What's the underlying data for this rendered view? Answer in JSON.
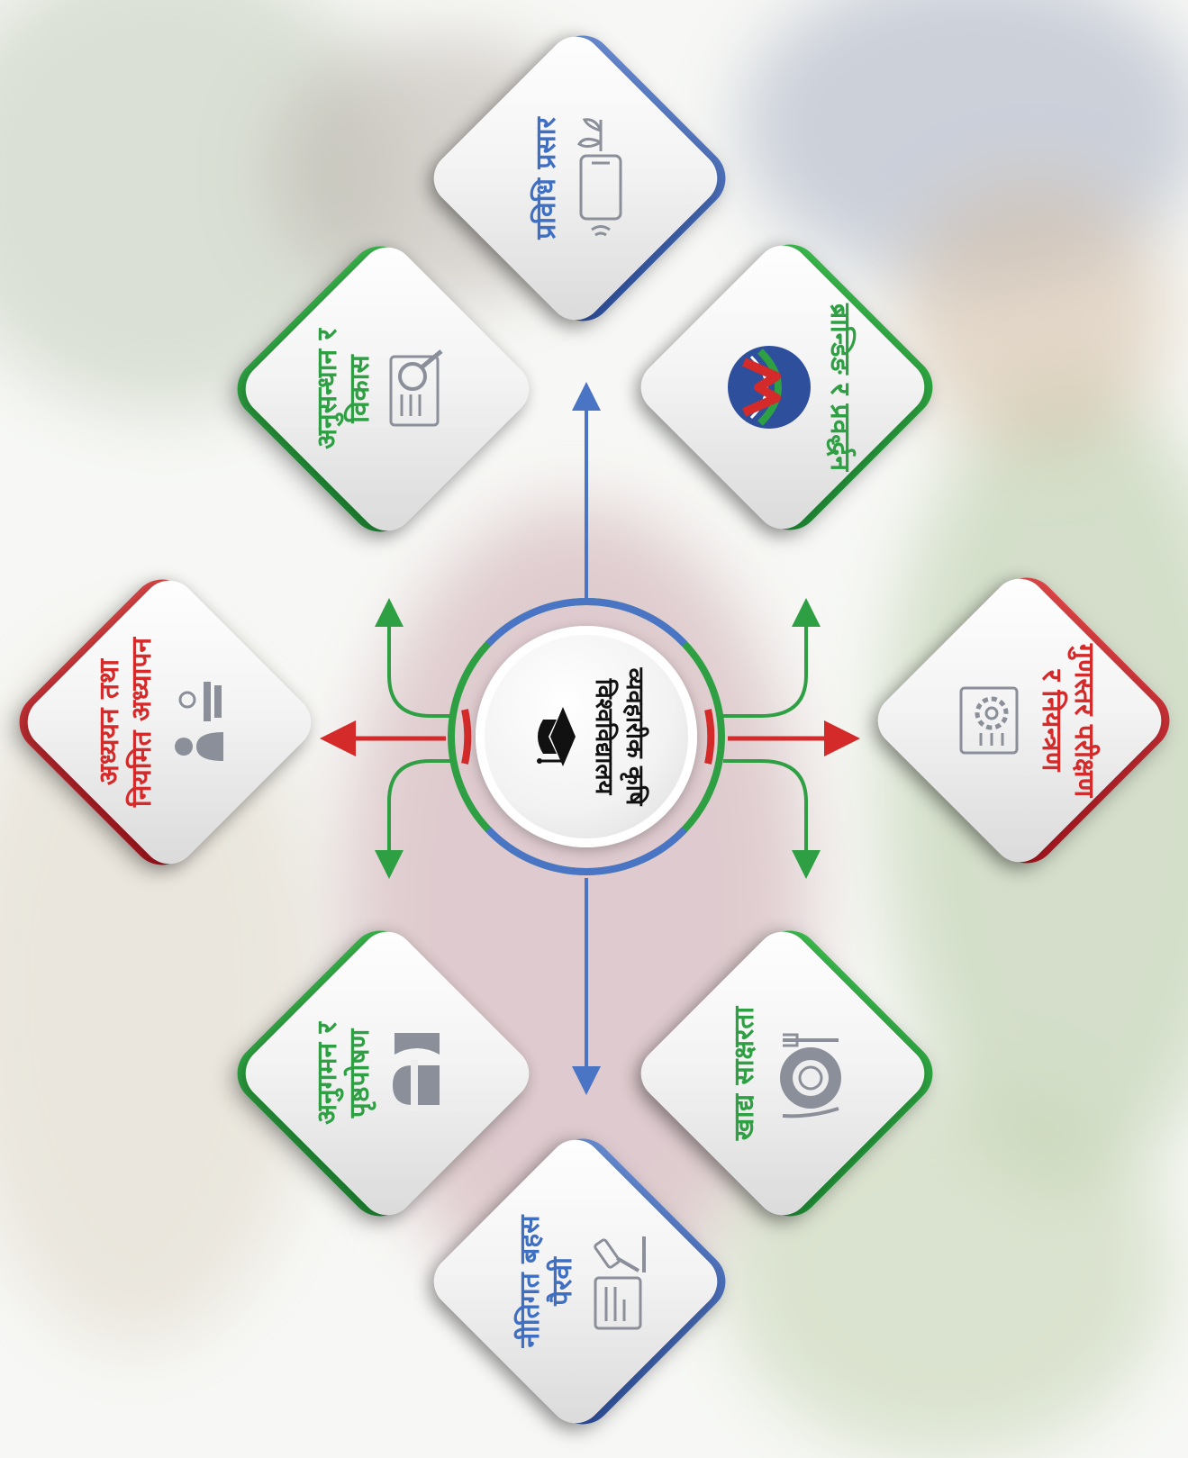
{
  "center": {
    "title_line1": "व्यवहारीक कृषि",
    "title_line2": "विश्वविद्यालय",
    "icon": "graduation-cap-icon"
  },
  "colors": {
    "blue": "#4a74c4",
    "green": "#2ea043",
    "red": "#d42a2a"
  },
  "tiles": {
    "prabidhi": {
      "line1": "प्रविधि प्रसार",
      "icon": "plant-phone-icon",
      "color": "#3f6fc2"
    },
    "anusandhan": {
      "line1": "अनुसन्धान र",
      "line2": "विकास",
      "icon": "research-document-icon",
      "color": "#2ea043"
    },
    "branding": {
      "line1": "ब्रान्डिङ र प्रवर्द्धन",
      "icon": "brand-logo-icon",
      "color": "#2ea043"
    },
    "adhyayan": {
      "line1": "अध्ययन तथा",
      "line2": "नियमित अध्यापन",
      "icon": "teacher-icon",
      "color": "#d42a2a"
    },
    "gunastar": {
      "line1": "गुणस्तर परीक्षण",
      "line2": "र नियन्त्रण",
      "icon": "quality-check-icon",
      "color": "#d42a2a"
    },
    "anugaman": {
      "line1": "अनुगमन र",
      "line2": "पृष्ठपोषण",
      "icon": "supervisor-icon",
      "color": "#2ea043"
    },
    "khadya": {
      "line1": "खाद्य साक्षरता",
      "icon": "food-plate-icon",
      "color": "#2ea043"
    },
    "neeti": {
      "line1": "नीतिगत बहस",
      "line2": "पैरवी",
      "icon": "policy-gavel-icon",
      "color": "#3f6fc2"
    }
  }
}
